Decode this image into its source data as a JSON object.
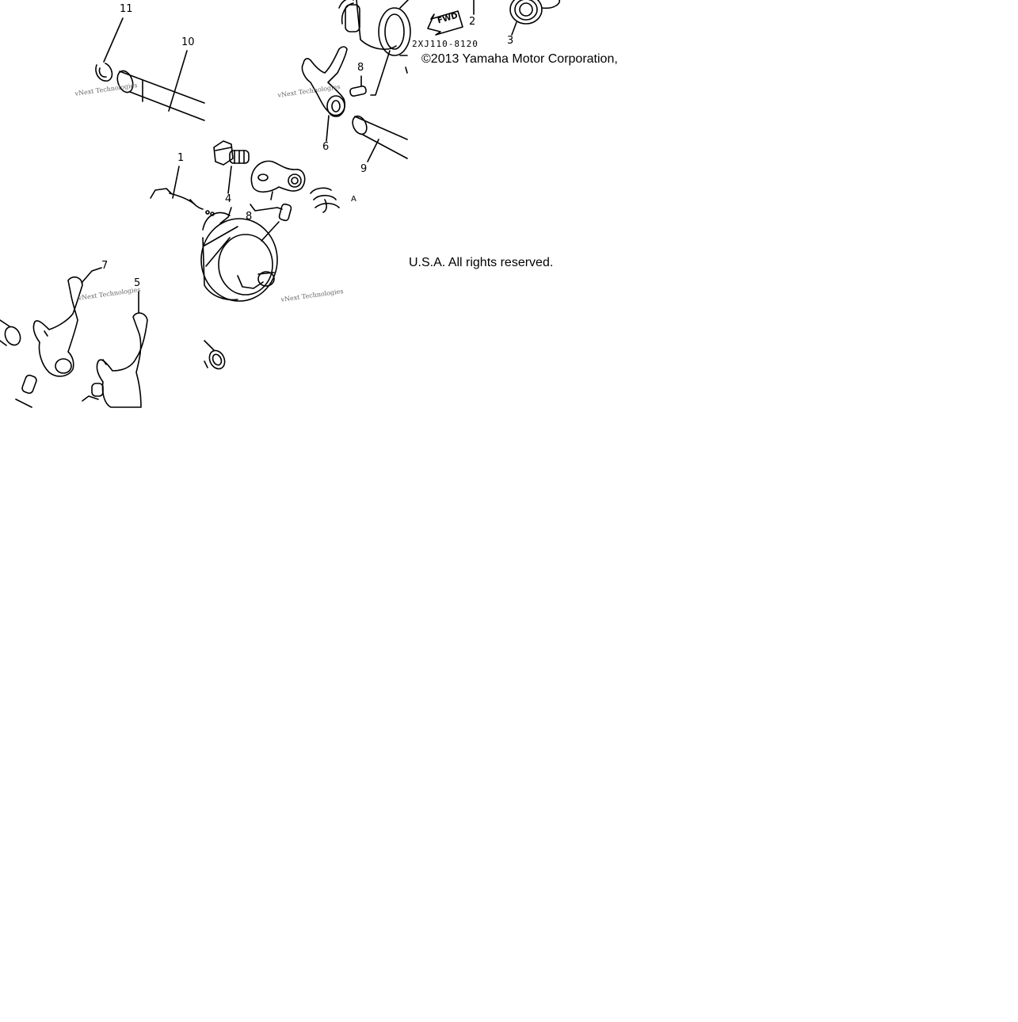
{
  "diagram": {
    "code": "2XJ110-8120",
    "copyright_line1": "©2013 Yamaha Motor Corporation,",
    "copyright_line2": "U.S.A. All rights reserved.",
    "watermark": "vNext Technologies",
    "fwd_label": "FWD",
    "callouts": {
      "c1": "1",
      "c2": "2",
      "c3": "3",
      "c4": "4",
      "c5": "5",
      "c6": "6",
      "c7": "7",
      "c8a": "8",
      "c8b": "8",
      "c9": "9",
      "c10": "10",
      "c11": "11",
      "cA": "A"
    }
  }
}
